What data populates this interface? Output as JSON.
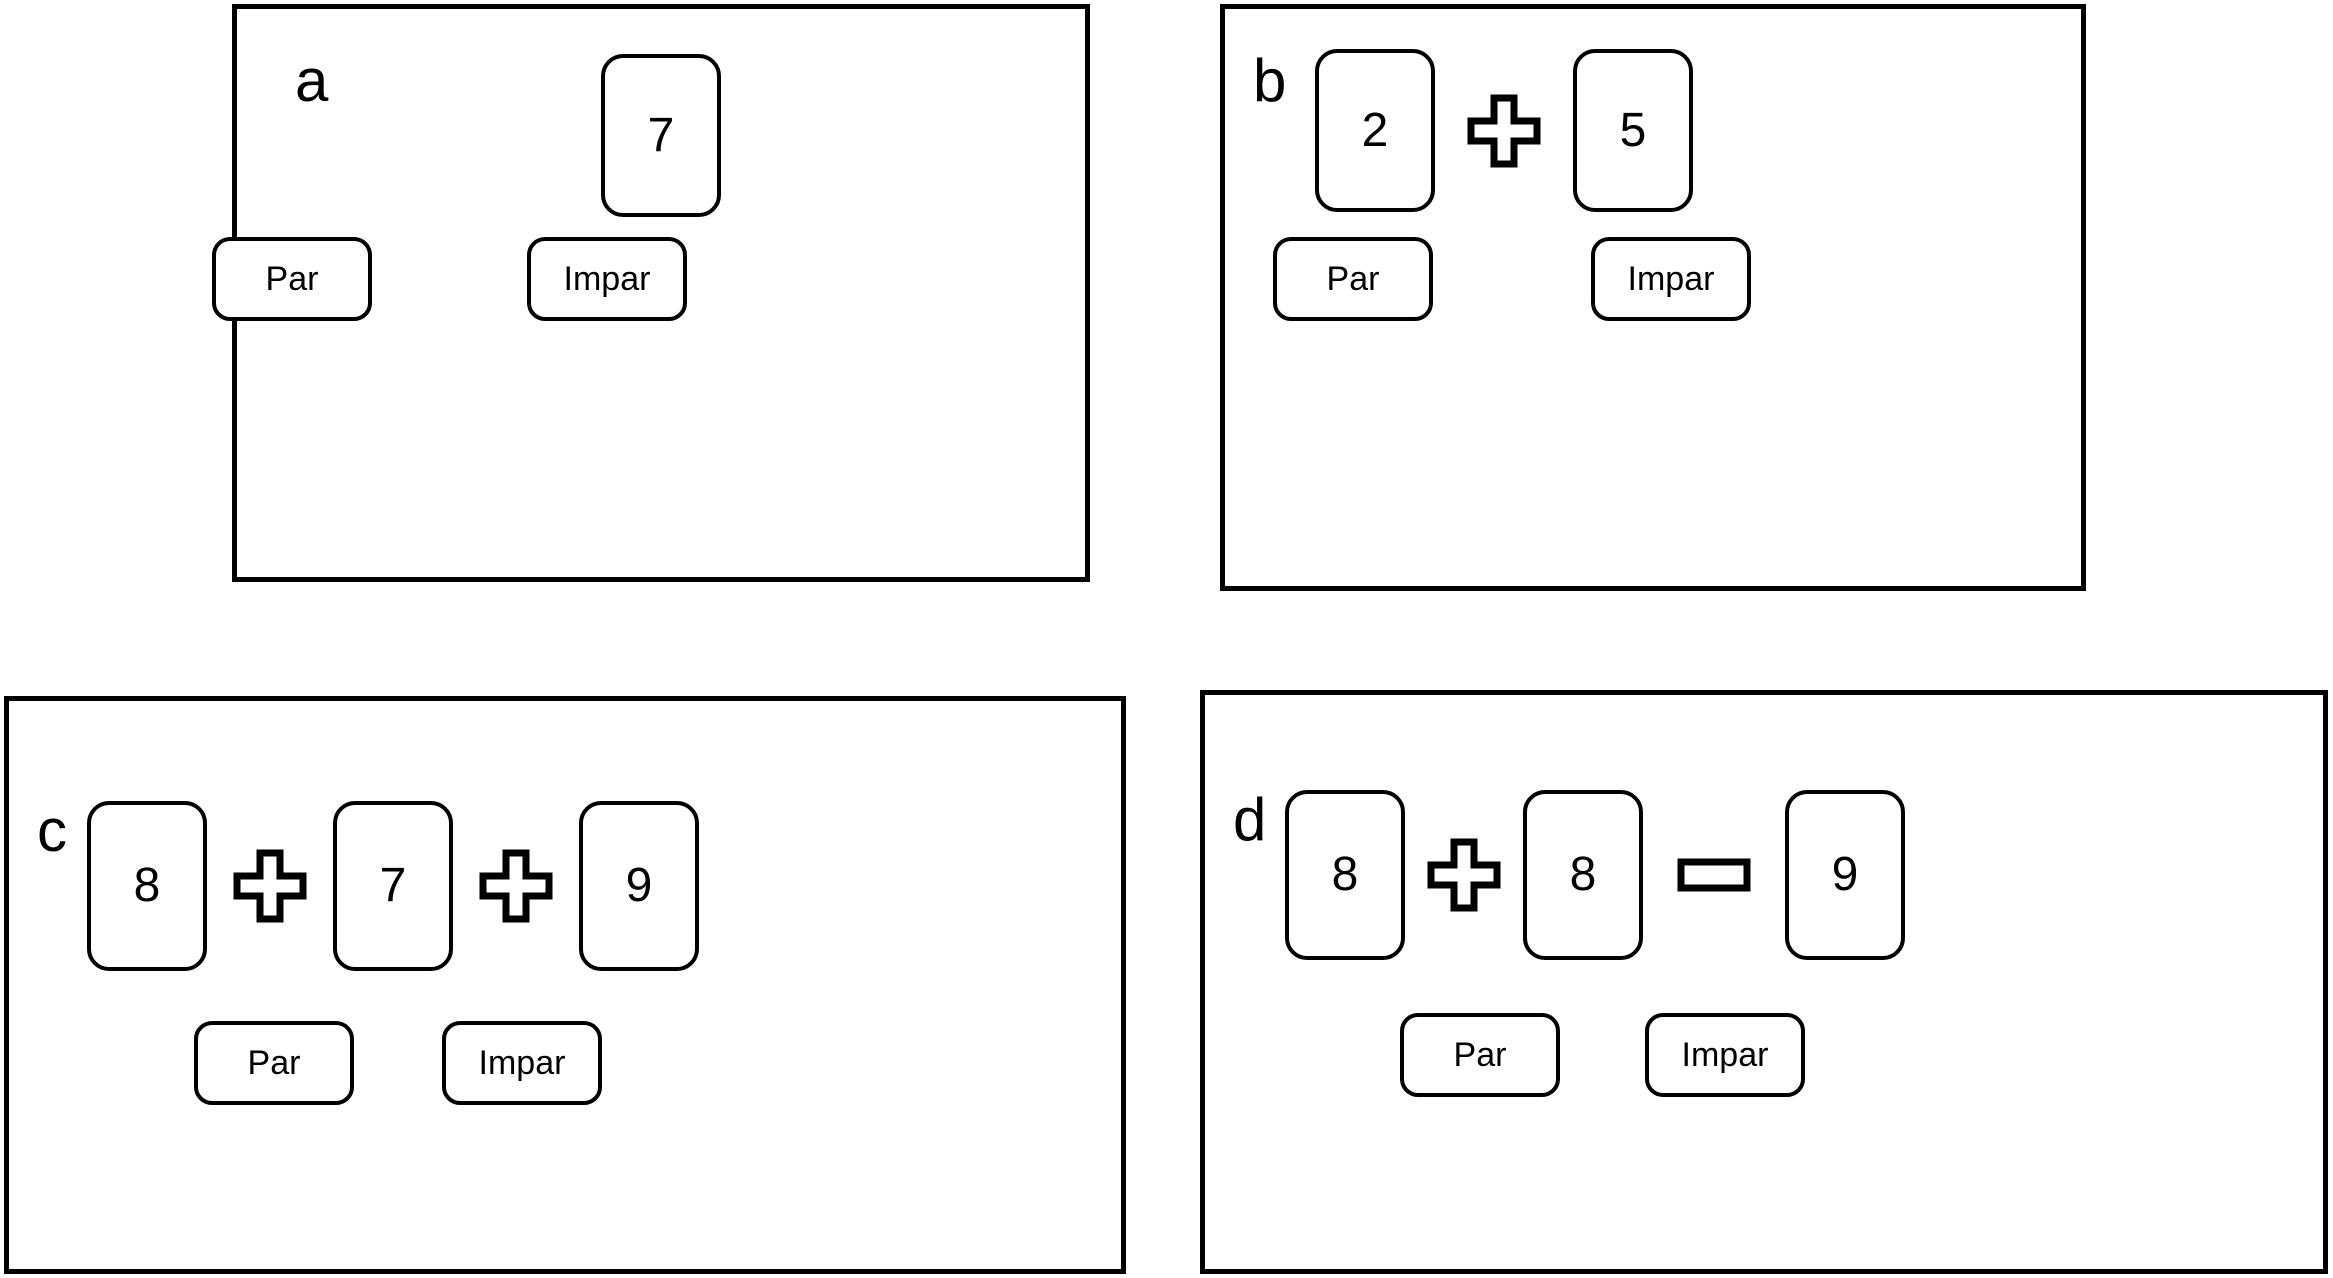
{
  "panels": [
    {
      "id": "a",
      "letter": "a",
      "expression": {
        "operands": [
          "7"
        ],
        "operators": []
      },
      "answers": {
        "par_label": "Par",
        "impar_label": "Impar"
      }
    },
    {
      "id": "b",
      "letter": "b",
      "expression": {
        "operands": [
          "2",
          "5"
        ],
        "operators": [
          "plus-icon"
        ]
      },
      "answers": {
        "par_label": "Par",
        "impar_label": "Impar"
      }
    },
    {
      "id": "c",
      "letter": "c",
      "expression": {
        "operands": [
          "8",
          "7",
          "9"
        ],
        "operators": [
          "plus-icon",
          "plus-icon"
        ]
      },
      "answers": {
        "par_label": "Par",
        "impar_label": "Impar"
      }
    },
    {
      "id": "d",
      "letter": "d",
      "expression": {
        "operands": [
          "8",
          "8",
          "9"
        ],
        "operators": [
          "plus-icon",
          "minus-icon"
        ]
      },
      "answers": {
        "par_label": "Par",
        "impar_label": "Impar"
      }
    }
  ],
  "colors": {
    "stroke": "#000000",
    "background": "#ffffff",
    "text": "#000000"
  }
}
